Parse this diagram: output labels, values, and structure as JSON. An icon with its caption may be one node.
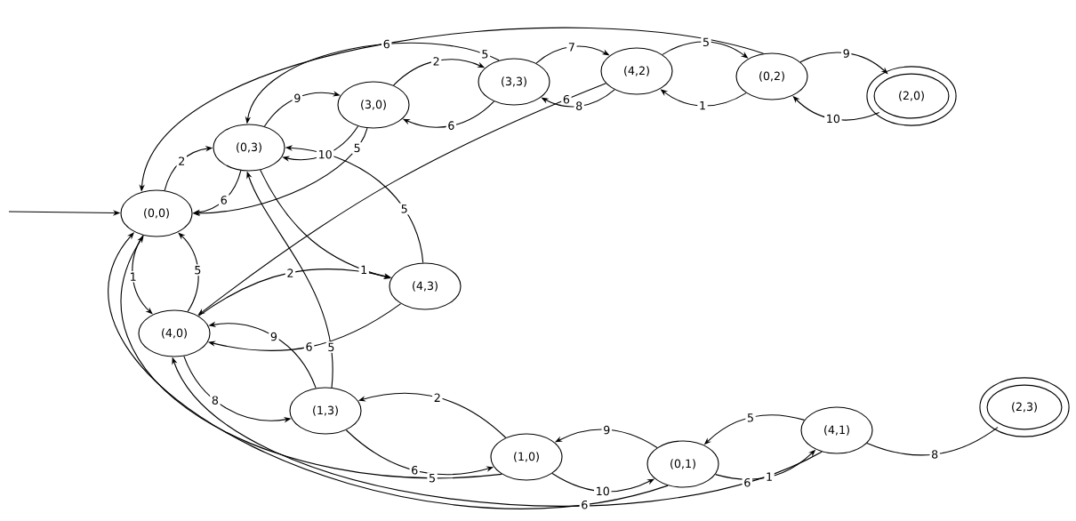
{
  "diagram": {
    "nodes": [
      {
        "text": [
          "(0,0)"
        ]
      },
      {
        "text": [
          "(0,3)"
        ]
      },
      {
        "text": [
          "(3,0)"
        ]
      },
      {
        "text": [
          "(3,3)"
        ]
      },
      {
        "text": [
          "(4,2)"
        ]
      },
      {
        "text": [
          "(0,2)"
        ]
      },
      {
        "text": [
          "(2,0)"
        ]
      },
      {
        "text": [
          "(4,3)"
        ]
      },
      {
        "text": [
          "(4,0)"
        ]
      },
      {
        "text": [
          "(1,3)"
        ]
      },
      {
        "text": [
          "(1,0)"
        ]
      },
      {
        "text": [
          "(0,1)"
        ]
      },
      {
        "text": [
          "(4,1)"
        ]
      },
      {
        "text": [
          "(2,3)"
        ]
      }
    ],
    "edges": [
      {
        "from": null,
        "to": 0,
        "arrow": "to"
      },
      {
        "from": 0,
        "to": 1,
        "label": "2",
        "arrow": "to"
      },
      {
        "from": 1,
        "to": 0,
        "label": "6",
        "arrow": "to"
      },
      {
        "from": 1,
        "to": 2,
        "label": "9",
        "arrow": "to"
      },
      {
        "from": 2,
        "to": 1,
        "label": "10",
        "arrow": "to"
      },
      {
        "from": 2,
        "to": 0,
        "label": "5",
        "arrow": "to"
      },
      {
        "from": 2,
        "to": 3,
        "label": "2",
        "arrow": "to"
      },
      {
        "from": 3,
        "to": 2,
        "label": "6",
        "arrow": "to"
      },
      {
        "from": 3,
        "to": 1,
        "label": "5",
        "arrow": "to"
      },
      {
        "from": 3,
        "to": 4,
        "label": "7",
        "arrow": "to"
      },
      {
        "from": 4,
        "to": 3,
        "label": "8",
        "arrow": "to"
      },
      {
        "from": 4,
        "to": 5,
        "label": "5",
        "arrow": "to"
      },
      {
        "from": 5,
        "to": 4,
        "label": "1",
        "arrow": "to"
      },
      {
        "from": 5,
        "to": 6,
        "label": "9",
        "arrow": "to"
      },
      {
        "from": 6,
        "to": 5,
        "label": "10",
        "arrow": "to"
      },
      {
        "from": 5,
        "to": 0,
        "label": "6",
        "arrow": "to"
      },
      {
        "from": 4,
        "to": 8,
        "label": "6",
        "arrow": "to"
      },
      {
        "from": 0,
        "to": 8,
        "label": "1",
        "arrow": "to"
      },
      {
        "from": 8,
        "to": 0,
        "label": "5",
        "arrow": "to"
      },
      {
        "from": 1,
        "to": 7,
        "label": "1",
        "arrow": "to"
      },
      {
        "from": 7,
        "to": 1,
        "label": "5",
        "arrow": "to"
      },
      {
        "from": 8,
        "to": 7,
        "label": "2",
        "arrow": "to"
      },
      {
        "from": 7,
        "to": 8,
        "label": "6",
        "arrow": "to"
      },
      {
        "from": 8,
        "to": 9,
        "label": "8",
        "arrow": "to"
      },
      {
        "from": 9,
        "to": 8,
        "label": "9",
        "arrow": "to"
      },
      {
        "from": 9,
        "to": 1,
        "label": "5",
        "arrow": "to"
      },
      {
        "from": 9,
        "to": 10,
        "label": "6",
        "arrow": "to"
      },
      {
        "from": 10,
        "to": 9,
        "label": "2",
        "arrow": "to"
      },
      {
        "from": 10,
        "to": 11,
        "label": "10",
        "arrow": "to"
      },
      {
        "from": 11,
        "to": 10,
        "label": "9",
        "arrow": "to"
      },
      {
        "from": 11,
        "to": 12,
        "label": "1",
        "arrow": "to"
      },
      {
        "from": 12,
        "to": 11,
        "label": "5",
        "arrow": "to"
      },
      {
        "from": 12,
        "to": 13,
        "label": "8",
        "arrow": "none"
      },
      {
        "from": 10,
        "to": 0,
        "label": "5",
        "arrow": "to"
      },
      {
        "from": 11,
        "to": 0,
        "label": "6",
        "arrow": "to"
      },
      {
        "from": 12,
        "to": 8,
        "label": "6",
        "arrow": "to"
      }
    ]
  }
}
